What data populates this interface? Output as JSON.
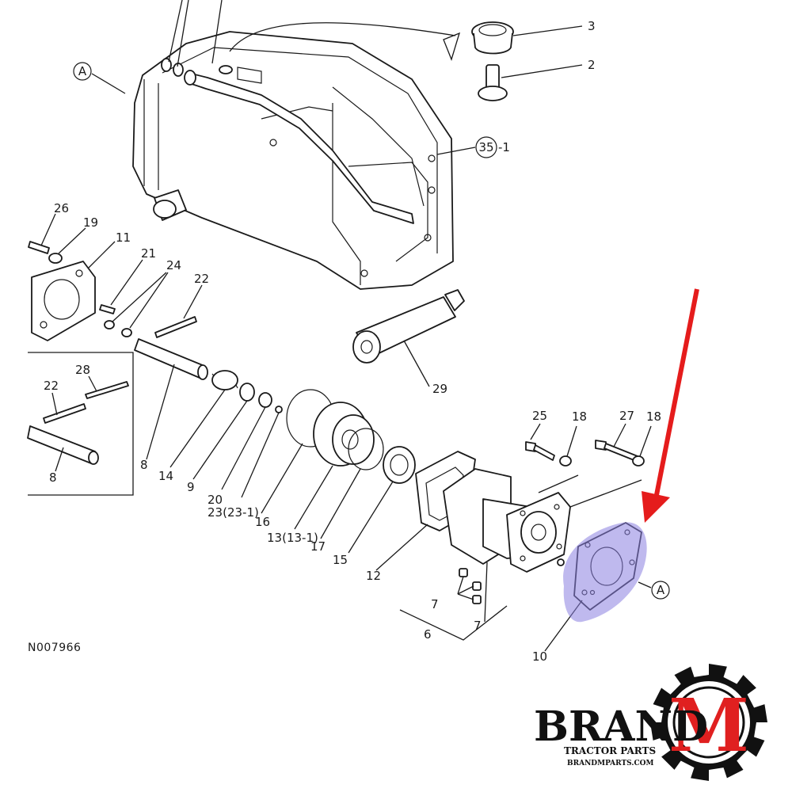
{
  "diagram": {
    "drawing_code": "N007966",
    "callouts": {
      "c3": "3",
      "c2": "2",
      "c35": "35",
      "c35_suffix": "-1",
      "cA_top": "A",
      "cA_right": "A",
      "c26": "26",
      "c19": "19",
      "c11": "11",
      "c21": "21",
      "c24": "24",
      "c22_top": "22",
      "c22_inset": "22",
      "c28": "28",
      "c8_inset": "8",
      "c8_main": "8",
      "c14": "14",
      "c9": "9",
      "c20": "20",
      "c23": "23(23-1)",
      "c16": "16",
      "c13": "13(13-1)",
      "c17": "17",
      "c15": "15",
      "c12": "12",
      "c29": "29",
      "c25": "25",
      "c18_left": "18",
      "c27": "27",
      "c18_right": "18",
      "c7_a": "7",
      "c7_b": "7",
      "c6": "6",
      "c10": "10"
    },
    "highlight_color": "#8a7fe0",
    "arrow_color": "#e51c1c",
    "highlighted_part": "10"
  },
  "logo": {
    "brand_word": "BRAND",
    "brand_letter": "M",
    "subtitle": "TRACTOR PARTS",
    "url": "BRANDMPARTS.COM",
    "gear_color": "#111111",
    "letter_color": "#e02020"
  }
}
